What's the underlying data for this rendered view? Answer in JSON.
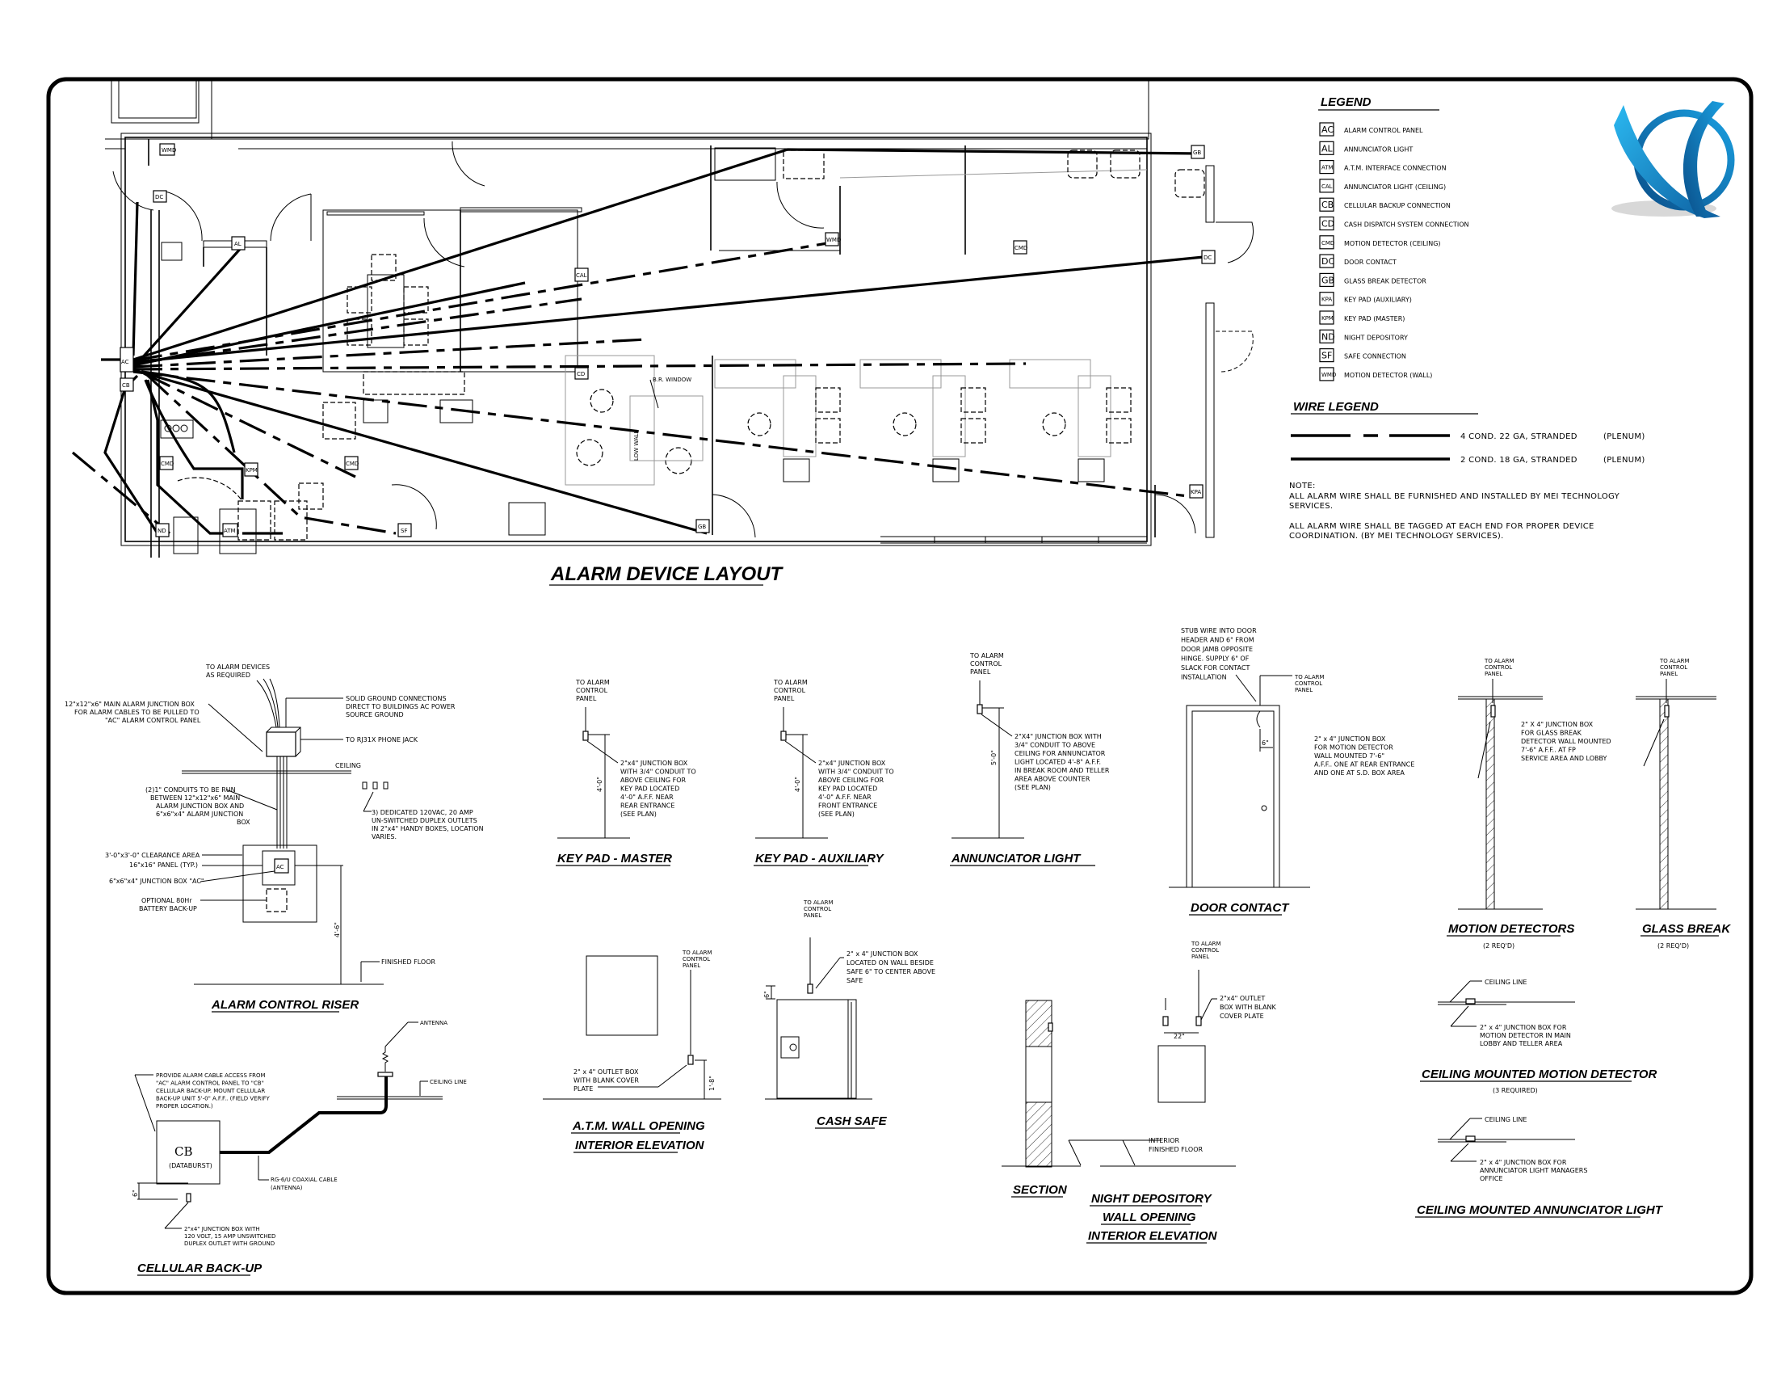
{
  "sheet": {
    "main_title": "ALARM DEVICE LAYOUT"
  },
  "logo": {
    "name": "company-logo",
    "colors": [
      "#1a9fe0",
      "#0d5fa0",
      "#2bb8f0"
    ]
  },
  "legend": {
    "title": "LEGEND",
    "items": [
      {
        "tag": "AC",
        "label": "ALARM CONTROL PANEL"
      },
      {
        "tag": "AL",
        "label": "ANNUNCIATOR LIGHT"
      },
      {
        "tag": "ATM",
        "label": "A.T.M. INTERFACE CONNECTION"
      },
      {
        "tag": "CAL",
        "label": "ANNUNCIATOR LIGHT (CEILING)"
      },
      {
        "tag": "CB",
        "label": "CELLULAR BACKUP CONNECTION"
      },
      {
        "tag": "CD",
        "label": "CASH DISPATCH SYSTEM CONNECTION"
      },
      {
        "tag": "CMD",
        "label": "MOTION DETECTOR (CEILING)"
      },
      {
        "tag": "DC",
        "label": "DOOR CONTACT"
      },
      {
        "tag": "GB",
        "label": "GLASS BREAK DETECTOR"
      },
      {
        "tag": "KPA",
        "label": "KEY PAD (AUXILIARY)"
      },
      {
        "tag": "KPM",
        "label": "KEY PAD (MASTER)"
      },
      {
        "tag": "ND",
        "label": "NIGHT DEPOSITORY"
      },
      {
        "tag": "SF",
        "label": "SAFE CONNECTION"
      },
      {
        "tag": "WMD",
        "label": "MOTION DETECTOR (WALL)"
      }
    ]
  },
  "wire_legend": {
    "title": "WIRE LEGEND",
    "items": [
      {
        "style": "dash-dot",
        "label": "4 COND. 22 GA, STRANDED",
        "note": "(PLENUM)"
      },
      {
        "style": "solid",
        "label": "2 COND. 18 GA, STRANDED",
        "note": "(PLENUM)"
      }
    ],
    "notes_title": "NOTE:",
    "notes": [
      [
        "ALL ALARM WIRE SHALL BE FURNISHED AND INSTALLED BY MEI TECHNOLOGY",
        "SERVICES."
      ],
      [
        "ALL ALARM WIRE SHALL BE TAGGED AT EACH END FOR PROPER DEVICE",
        "COORDINATION. (BY MEI TECHNOLOGY SERVICES)."
      ]
    ]
  },
  "floor_plan": {
    "devices": {
      "wmd1": "WMD",
      "dc1": "DC",
      "al": "AL",
      "ac": "AC",
      "cb": "CB",
      "cmd1": "CMD",
      "kpm": "KPM",
      "nd": "ND",
      "atm": "ATM",
      "cmd2": "CMD",
      "sf": "SF",
      "gb1": "GB",
      "cal": "CAL",
      "cd": "CD",
      "wmd2": "WMD",
      "cmd3": "CMD",
      "gb2": "GB",
      "dc2": "DC",
      "kpa": "KPA"
    },
    "labels": {
      "br_window": "B.R. WINDOW",
      "low_wall": "LOW WALL"
    }
  },
  "details": {
    "riser": {
      "title": "ALARM CONTROL RISER",
      "to_devices": [
        "TO ALARM DEVICES",
        "AS REQUIRED"
      ],
      "main_box": [
        "12\"x12\"x6\" MAIN ALARM JUNCTION BOX",
        "FOR ALARM CABLES TO BE PULLED TO",
        "\"AC\" ALARM CONTROL PANEL"
      ],
      "ground": [
        "SOLID GROUND CONNECTIONS",
        "DIRECT TO BUILDINGS AC POWER",
        "SOURCE GROUND"
      ],
      "phone": "TO RJ31X PHONE JACK",
      "ceiling": "CEILING",
      "conduits": [
        "(2)1\" CONDUITS TO BE RUN",
        "BETWEEN 12\"x12\"x6\" MAIN",
        "ALARM JUNCTION BOX AND",
        "6\"x6\"x4\" ALARM JUNCTION",
        "BOX"
      ],
      "outlets": [
        "3) DEDICATED 120VAC, 20 AMP",
        "UN-SWITCHED DUPLEX OUTLETS",
        "IN 2\"x4\" HANDY BOXES, LOCATION",
        "VARIES."
      ],
      "clearance": "3'-0\"x3'-0\" CLEARANCE AREA",
      "panel": "16\"x16\" PANEL (TYP.)",
      "jbox": "6\"x6\"x4\" JUNCTION BOX \"AC\"",
      "battery": [
        "OPTIONAL 80Hr",
        "BATTERY BACK-UP"
      ],
      "ac_tag": "AC",
      "height_dim": "4'-6\"",
      "floor": "FINISHED FLOOR"
    },
    "keypad_master": {
      "title": "KEY PAD - MASTER",
      "to_panel": [
        "TO ALARM",
        "CONTROL",
        "PANEL"
      ],
      "note": [
        "2\"x4\" JUNCTION BOX",
        "WITH 3/4\" CONDUIT TO",
        "ABOVE CEILING FOR",
        "KEY PAD LOCATED",
        "4'-0\" A.F.F. NEAR",
        "REAR ENTRANCE",
        "(SEE PLAN)"
      ],
      "dim": "4'-0\""
    },
    "keypad_aux": {
      "title": "KEY PAD - AUXILIARY",
      "to_panel": [
        "TO ALARM",
        "CONTROL",
        "PANEL"
      ],
      "note": [
        "2\"x4\" JUNCTION BOX",
        "WITH 3/4\" CONDUIT TO",
        "ABOVE CEILING FOR",
        "KEY PAD LOCATED",
        "4'-0\" A.F.F. NEAR",
        "FRONT ENTRANCE",
        "(SEE PLAN)"
      ],
      "dim": "4'-0\""
    },
    "annunciator": {
      "title": "ANNUNCIATOR LIGHT",
      "to_panel": [
        "TO ALARM",
        "CONTROL",
        "PANEL"
      ],
      "note": [
        "2\"X4\" JUNCTION BOX WITH",
        "3/4\" CONDUIT TO ABOVE",
        "CEILING FOR ANNUNCIATOR",
        "LIGHT LOCATED 4'-8\" A.F.F.",
        "IN BREAK ROOM AND TELLER",
        "AREA ABOVE COUNTER",
        "(SEE PLAN)"
      ],
      "dim": "5'-0\""
    },
    "door_contact": {
      "title": "DOOR CONTACT",
      "note": [
        "STUB WIRE INTO DOOR",
        "HEADER AND 6\" FROM",
        "DOOR JAMB OPPOSITE",
        "HINGE. SUPPLY 6\" OF",
        "SLACK FOR CONTACT",
        "INSTALLATION"
      ],
      "to_panel": [
        "TO ALARM",
        "CONTROL",
        "PANEL"
      ],
      "dim": "6\""
    },
    "motion": {
      "title": "MOTION DETECTORS",
      "sub": "(2 REQ'D)",
      "to_panel": [
        "TO ALARM",
        "CONTROL",
        "PANEL"
      ],
      "note": [
        "2\" x 4\" JUNCTION BOX",
        "FOR MOTION DETECTOR",
        "WALL MOUNTED 7'-6\"",
        "A.F.F.. ONE AT REAR ENTRANCE",
        "AND ONE AT S.D. BOX AREA"
      ]
    },
    "glass_break": {
      "title": "GLASS BREAK",
      "sub": "(2 REQ'D)",
      "to_panel": [
        "TO ALARM",
        "CONTROL",
        "PANEL"
      ],
      "note": [
        "2\" X 4\" JUNCTION BOX",
        "FOR GLASS BREAK",
        "DETECTOR WALL MOUNTED",
        "7'-6\" A.F.F.. AT FP",
        "SERVICE AREA AND LOBBY"
      ]
    },
    "atm": {
      "title": [
        "A.T.M. WALL OPENING",
        "INTERIOR ELEVATION"
      ],
      "to_panel": [
        "TO ALARM",
        "CONTROL",
        "PANEL"
      ],
      "note": [
        "2\" x 4\" OUTLET BOX",
        "WITH BLANK COVER",
        "PLATE"
      ],
      "dim": "1'-8\""
    },
    "cash_safe": {
      "title": "CASH SAFE",
      "to_panel": [
        "TO ALARM",
        "CONTROL",
        "PANEL"
      ],
      "note": [
        "2\" x 4\" JUNCTION BOX",
        "LOCATED ON WALL BESIDE",
        "SAFE 6\" TO CENTER ABOVE",
        "SAFE"
      ],
      "dim": "6\""
    },
    "section": {
      "title": "SECTION"
    },
    "night_dep": {
      "title": [
        "NIGHT DEPOSITORY",
        "WALL OPENING",
        "INTERIOR ELEVATION"
      ],
      "to_panel": [
        "TO ALARM",
        "CONTROL",
        "PANEL"
      ],
      "note": [
        "2\"x4\" OUTLET",
        "BOX WITH BLANK",
        "COVER PLATE"
      ],
      "dim": "22\"",
      "floor": [
        "INTERIOR",
        "FINISHED FLOOR"
      ]
    },
    "ceiling_motion": {
      "title": "CEILING MOUNTED MOTION DETECTOR",
      "sub": "(3 REQUIRED)",
      "ceiling": "CEILING LINE",
      "note": [
        "2\" x 4\" JUNCTION BOX FOR",
        "MOTION DETECTOR IN MAIN",
        "LOBBY AND TELLER AREA"
      ]
    },
    "ceiling_annunciator": {
      "title": "CEILING MOUNTED ANNUNCIATOR LIGHT",
      "ceiling": "CEILING LINE",
      "note": [
        "2\" x 4\" JUNCTION BOX FOR",
        "ANNUNCIATOR LIGHT MANAGERS",
        "OFFICE"
      ]
    },
    "cellular": {
      "title": "CELLULAR BACK-UP",
      "note": [
        "PROVIDE ALARM CABLE ACCESS FROM",
        "\"AC\" ALARM CONTROL PANEL TO \"CB\"",
        "CELLULAR BACK-UP. MOUNT CELLULAR",
        "BACK-UP UNIT 5'-0\" A.F.F.. (FIELD VERIFY",
        "PROPER LOCATION.)"
      ],
      "cb": "CB",
      "cb_sub": "(DATABURST)",
      "antenna": "ANTENNA",
      "ceiling": "CEILING LINE",
      "coax": [
        "RG-6/U COAXIAL CABLE",
        "(ANTENNA)"
      ],
      "jbox": [
        "2\"x4\" JUNCTION BOX WITH",
        "120 VOLT, 15 AMP UNSWITCHED",
        "DUPLEX OUTLET WITH GROUND"
      ],
      "dim": "6\""
    }
  }
}
